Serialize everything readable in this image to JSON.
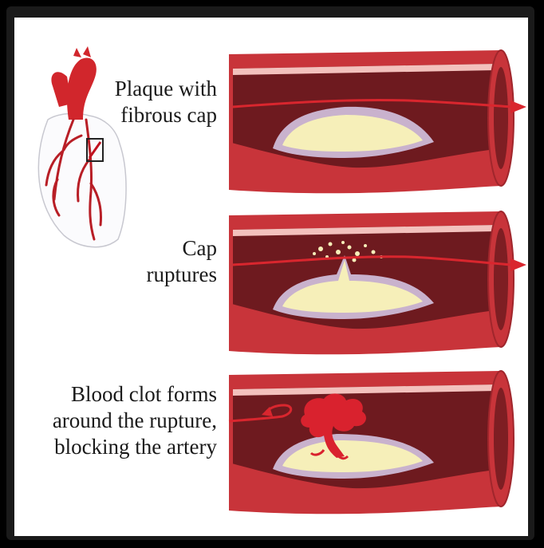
{
  "diagram": {
    "stages": [
      {
        "lines": [
          "Plaque with",
          "fibrous cap"
        ]
      },
      {
        "lines": [
          "Cap",
          "ruptures"
        ]
      },
      {
        "lines": [
          "Blood clot forms",
          "around the rupture,",
          "blocking the artery"
        ]
      }
    ]
  },
  "colors": {
    "vessel_wall": "#c8343a",
    "vessel_dark": "#8c1c22",
    "lumen": "#6e1a1f",
    "lining": "#f3c1bd",
    "cap": "#c9b2cd",
    "plaque": "#f6efb9",
    "blood_flow": "#d9262e",
    "clot": "#d9222e",
    "heart": "#d1262c",
    "heart_outline": "#c8c8d0"
  }
}
